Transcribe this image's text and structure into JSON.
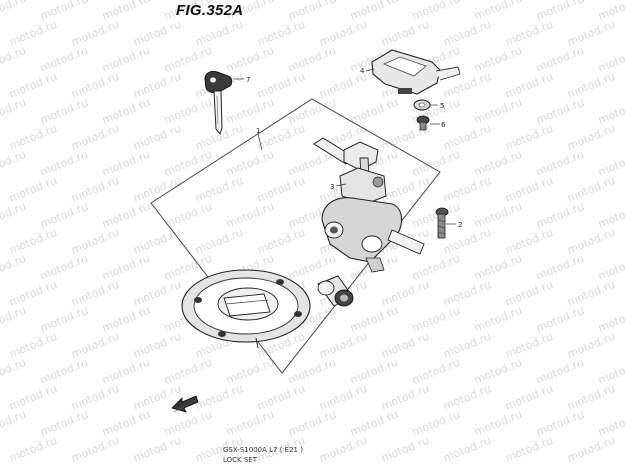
{
  "figure": {
    "title": "FIG.352A",
    "footer_line1": "GSX-S1000A L7 ( E21 )",
    "footer_line2": "LOCK SET"
  },
  "watermark": {
    "text": "motod.ru",
    "color": "#d9d9d9"
  },
  "callouts": {
    "c1": "1",
    "c2": "2",
    "c3": "3",
    "c4": "4",
    "c5": "5",
    "c6": "6",
    "c7": "7"
  },
  "icons": {
    "front_arrow": "front-direction-arrow-icon"
  }
}
